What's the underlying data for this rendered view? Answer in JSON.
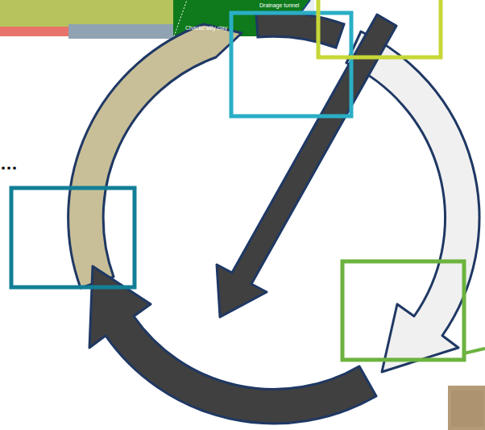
{
  "diagram": {
    "labels": [
      "Chaotic silty clay",
      "Drainage tunnel",
      "…"
    ]
  }
}
